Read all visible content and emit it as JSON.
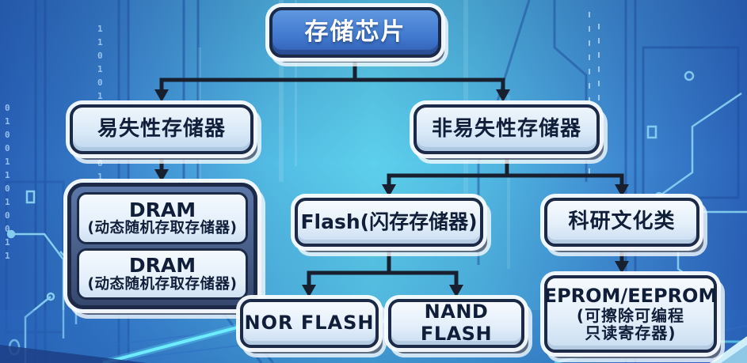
{
  "diagram": {
    "title": "存储芯片",
    "nodes": {
      "root": {
        "label": "存储芯片"
      },
      "volatile": {
        "label": "易失性存储器"
      },
      "nonvolatile": {
        "label": "非易失性存储器"
      },
      "dram_group": {
        "items": [
          {
            "title": "DRAM",
            "subtitle": "(动态随机存取存储器)"
          },
          {
            "title": "DRAM",
            "subtitle": "(动态随机存取存储器)"
          }
        ]
      },
      "flash": {
        "label": "Flash(闪存存储器)"
      },
      "research": {
        "label": "科研文化类"
      },
      "nor": {
        "label": "NOR FLASH"
      },
      "nand": {
        "label": "NAND FLASH"
      },
      "eprom": {
        "line1": "EPROM/EEPROM",
        "line2": "(可擦除可编程",
        "line3": "只读寄存器)"
      }
    },
    "edges": [
      {
        "from": "存储芯片",
        "to": "易失性存储器"
      },
      {
        "from": "存储芯片",
        "to": "非易失性存储器"
      },
      {
        "from": "易失性存储器",
        "to": "DRAM"
      },
      {
        "from": "非易失性存储器",
        "to": "Flash(闪存存储器)"
      },
      {
        "from": "非易失性存储器",
        "to": "科研文化类"
      },
      {
        "from": "Flash(闪存存储器)",
        "to": "NOR FLASH"
      },
      {
        "from": "Flash(闪存存储器)",
        "to": "NAND FLASH"
      },
      {
        "from": "科研文化类",
        "to": "EPROM/EEPROM"
      }
    ],
    "colors": {
      "root_fill": "#4079ce",
      "node_fill": "#e4effa",
      "node_border": "#1c2a47",
      "connector": "#18202f",
      "background_center": "#5dd0ec",
      "background_edge": "#2b63ba",
      "circuit_line": "#8fd9f6",
      "floor_trace": "#6ff0ff"
    },
    "background": {
      "binary_left_1": "11010110110101",
      "binary_left_2": "010011010011"
    }
  }
}
